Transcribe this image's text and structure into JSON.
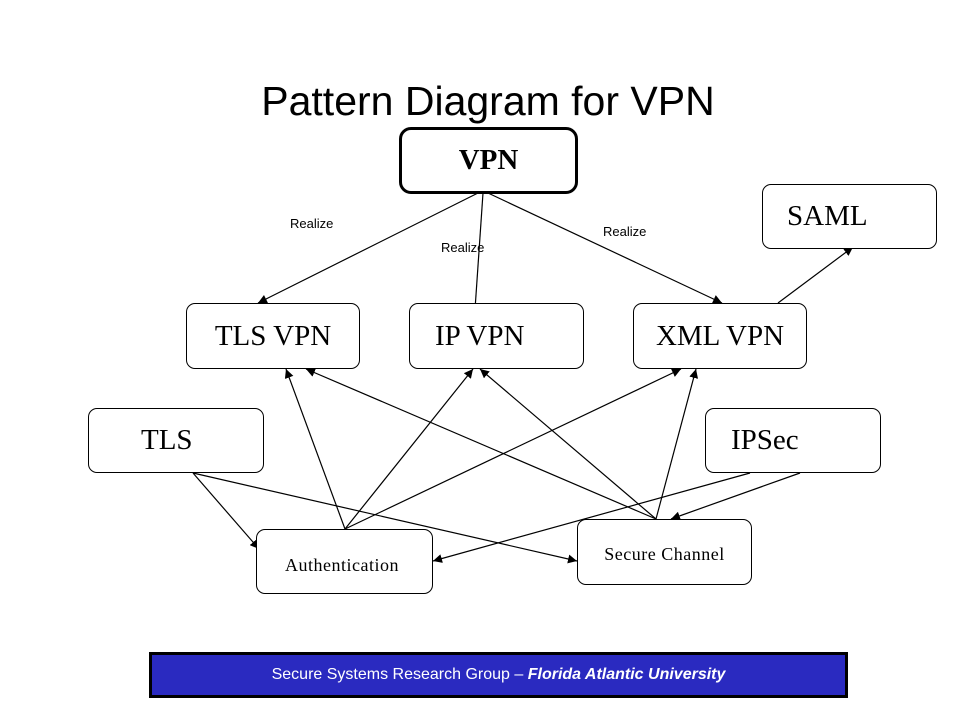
{
  "title": "Pattern Diagram for VPN",
  "nodes": {
    "vpn": "VPN",
    "saml": "SAML",
    "tls_vpn": "TLS VPN",
    "ip_vpn": "IP VPN",
    "xml_vpn": "XML VPN",
    "tls": "TLS",
    "ipsec": "IPSec",
    "authentication": "Authentication",
    "secure_channel": "Secure Channel"
  },
  "relations": {
    "realize_left": "Realize",
    "realize_middle": "Realize",
    "realize_right": "Realize"
  },
  "footer": {
    "group": "Secure Systems Research Group – ",
    "university": "Florida Atlantic University"
  }
}
